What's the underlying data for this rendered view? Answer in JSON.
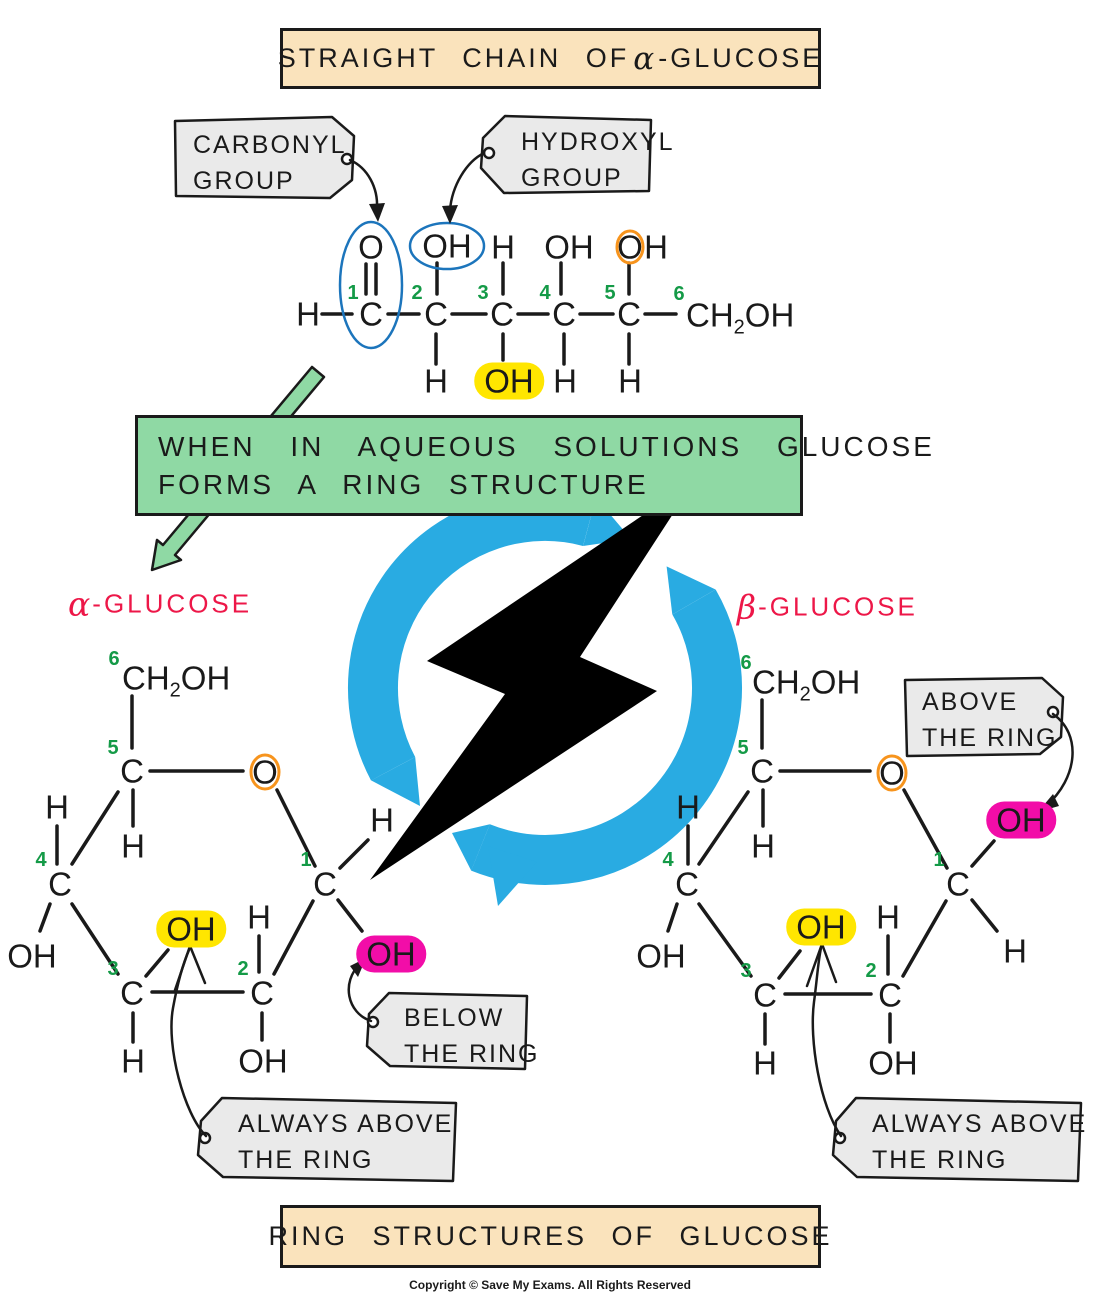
{
  "colors": {
    "banner_tan": "#FAE3BC",
    "banner_green": "#8FD9A4",
    "tag_gray": "#EAEAEA",
    "highlight_yellow": "#FFE600",
    "highlight_magenta": "#F20DA8",
    "circle_orange": "#F7941D",
    "circle_blue": "#1C75BC",
    "number_green": "#149A47",
    "title_red": "#ED1748",
    "logo_blue": "#29ABE2",
    "ink": "#1a1a1a"
  },
  "top_banner": {
    "prefix": "STRAIGHT CHAIN OF",
    "symbol": "α",
    "suffix": "-GLUCOSE"
  },
  "green_banner": {
    "line1": "WHEN IN AQUEOUS SOLUTIONS GLUCOSE",
    "line2": "FORMS A RING STRUCTURE"
  },
  "bottom_banner": {
    "text": "RING STRUCTURES OF GLUCOSE"
  },
  "copyright": "Copyright © Save My Exams. All Rights Reserved",
  "tags": {
    "carbonyl": {
      "line1": "CARBONYL",
      "line2": "GROUP"
    },
    "hydroxyl": {
      "line1": "HYDROXYL",
      "line2": "GROUP"
    },
    "above": {
      "line1": "ABOVE",
      "line2": "THE RING"
    },
    "below": {
      "line1": "BELOW",
      "line2": "THE RING"
    },
    "always_left": {
      "line1": "ALWAYS ABOVE",
      "line2": "THE RING"
    },
    "always_right": {
      "line1": "ALWAYS ABOVE",
      "line2": "THE RING"
    }
  },
  "ring_titles": {
    "alpha": {
      "symbol": "α",
      "rest": "-GLUCOSE"
    },
    "beta": {
      "symbol": "β",
      "rest": "-GLUCOSE"
    }
  },
  "atoms": {
    "c": "C",
    "h": "H",
    "o": "O",
    "oh": "OH",
    "ch": "CH",
    "sub2": "2"
  },
  "numbers": {
    "n1": "1",
    "n2": "2",
    "n3": "3",
    "n4": "4",
    "n5": "5",
    "n6": "6"
  }
}
